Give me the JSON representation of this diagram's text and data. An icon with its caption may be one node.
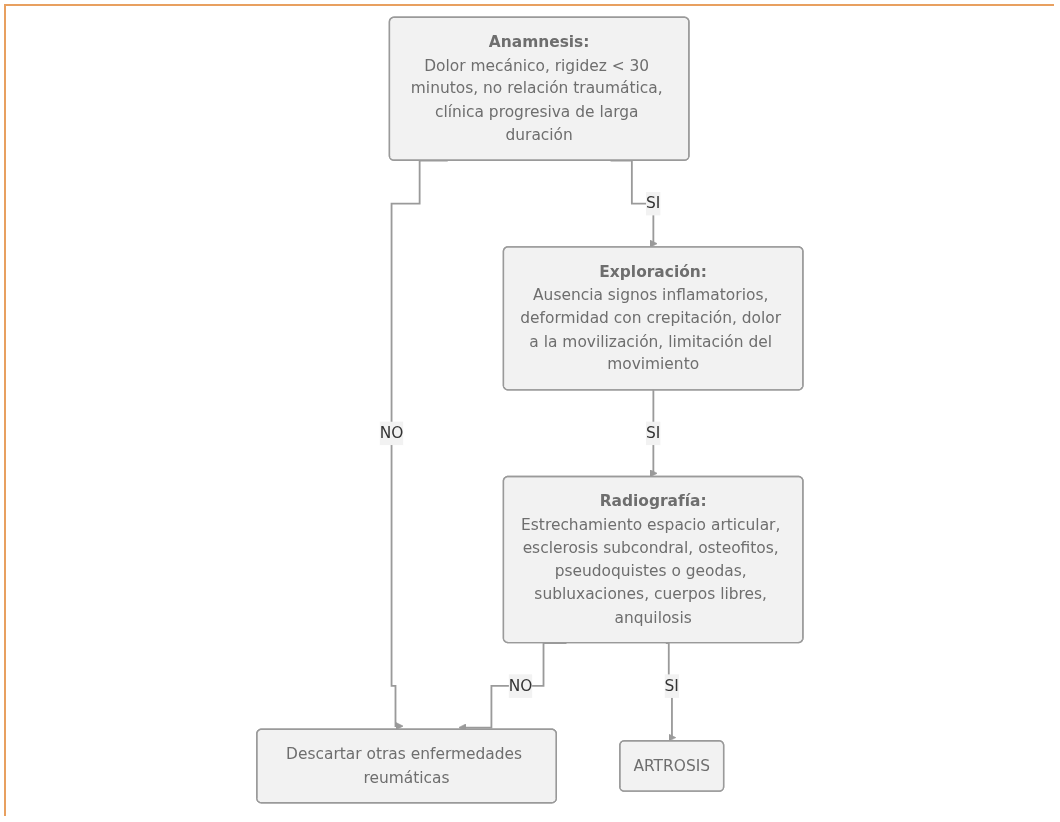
{
  "diagram": {
    "nodes": [
      {
        "text": [
          "Anamnesis:",
          "Dolor mecánico, rigidez < 30 minutos, no relación traumática, clínica progresiva de larga duración"
        ]
      },
      {
        "text": [
          "Descartar otras enfermedades reumáticas"
        ]
      },
      {
        "text": [
          "Exploración:",
          "Ausencia signos inflamatorios, deformidad con crepitación, dolor a la movilización, limitación del movimiento"
        ]
      },
      {
        "text": [
          "Radiografía:",
          "Estrechamiento espacio articular, esclerosis subcondral, osteofitos, pseudoquistes o geodas, subluxaciones, cuerpos libres, anquilosis"
        ]
      },
      {
        "text": [
          "ARTROSIS"
        ]
      }
    ],
    "edges": [
      {
        "from": 0,
        "to": 1,
        "arrow": "to",
        "label": "NO"
      },
      {
        "from": 0,
        "to": 2,
        "arrow": "to",
        "label": "SI"
      },
      {
        "from": 2,
        "to": 3,
        "arrow": "to",
        "label": "SI"
      },
      {
        "from": 3,
        "to": 1,
        "arrow": "to",
        "label": "NO"
      },
      {
        "from": 3,
        "to": 4,
        "arrow": "to",
        "label": "SI"
      }
    ]
  }
}
